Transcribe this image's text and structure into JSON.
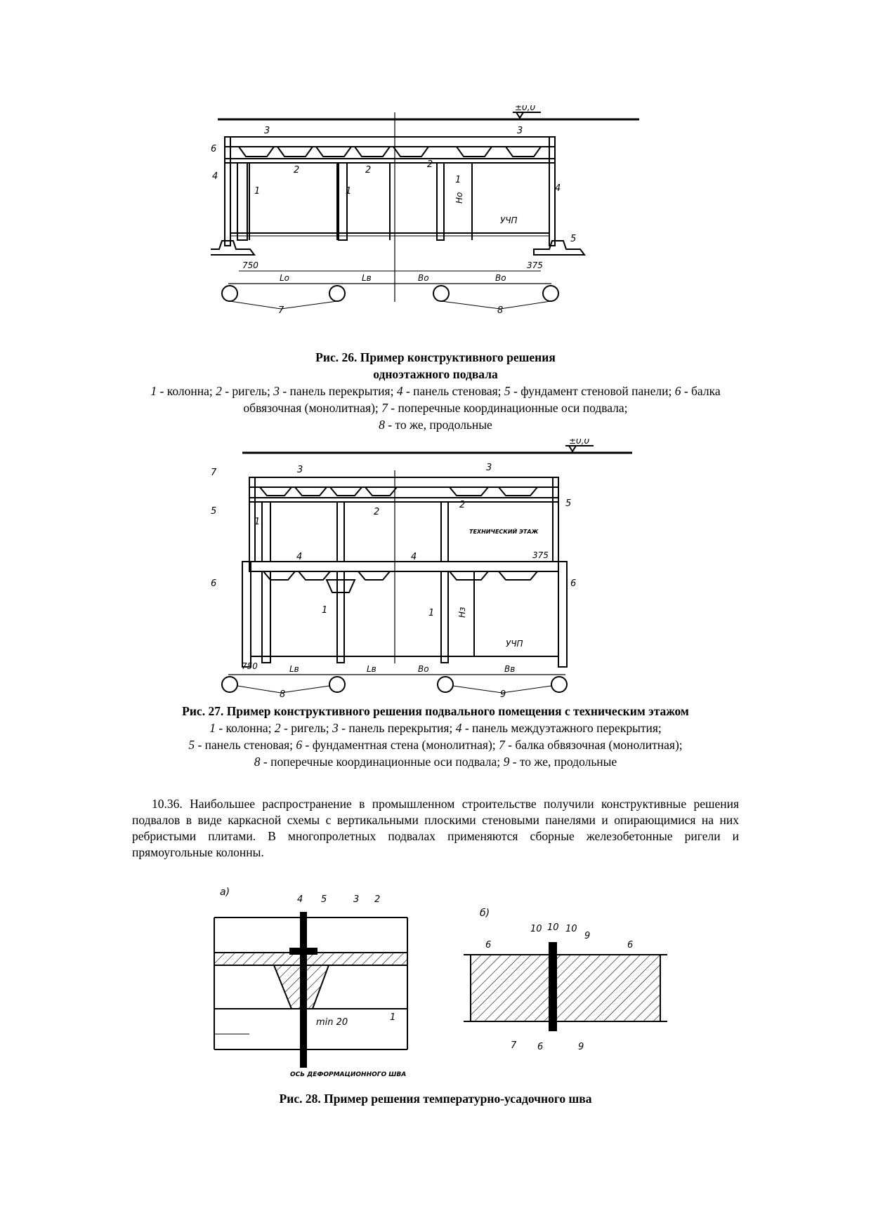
{
  "fig26": {
    "level_top": "±0,0",
    "level_floor": "УЧП",
    "height": "Hо",
    "dim_left": "750",
    "dim_right": "375",
    "span_l1": "Lо",
    "span_l2": "Lв",
    "span_b1": "Bо",
    "span_b2": "Bо",
    "labels": [
      "1",
      "2",
      "3",
      "4",
      "5",
      "6",
      "7",
      "8"
    ],
    "caption_title_1": "Рис. 26. Пример конструктивного решения",
    "caption_title_2": "одноэтажного подвала",
    "legend": [
      {
        "n": "1",
        "t": " - колонна; "
      },
      {
        "n": "2",
        "t": " - ригель; "
      },
      {
        "n": "3",
        "t": " - панель перекрытия; "
      },
      {
        "n": "4",
        "t": " - панель стеновая; "
      },
      {
        "n": "5",
        "t": " - фундамент стеновой панели; "
      },
      {
        "n": "6",
        "t": " - балка обвязочная (монолитная); "
      },
      {
        "n": "7",
        "t": " - поперечные координационные оси подвала;"
      },
      {
        "n": "8",
        "t": " - то же, продольные"
      }
    ]
  },
  "fig27": {
    "level_top": "±0,0",
    "level_floor": "УЧП",
    "tech_floor": "ТЕХНИЧЕСКИЙ ЭТАЖ",
    "height": "Hз",
    "dim_left": "750",
    "dim_right": "375",
    "span_l1": "Lв",
    "span_l2": "Lв",
    "span_b1": "Bо",
    "span_b2": "Bв",
    "caption_title": "Рис. 27. Пример конструктивного решения подвального помещения с техническим этажом",
    "legend": [
      {
        "n": "1",
        "t": " - колонна; "
      },
      {
        "n": "2",
        "t": " - ригель; "
      },
      {
        "n": "3",
        "t": " - панель перекрытия; "
      },
      {
        "n": "4",
        "t": " - панель междуэтажного перекрытия;"
      },
      {
        "n": "5",
        "t": " - панель стеновая; "
      },
      {
        "n": "6",
        "t": " - фундаментная стена (монолитная); "
      },
      {
        "n": "7",
        "t": " - балка обвязочная (монолитная);"
      },
      {
        "n": "8",
        "t": " - поперечные координационные оси подвала; "
      },
      {
        "n": "9",
        "t": " - то же, продольные"
      }
    ]
  },
  "paragraph": "10.36. Наибольшее распространение в промышленном строительстве получили конструктивные решения подвалов в виде каркасной схемы с вертикальными плоскими стеновыми панелями и опирающимися на них ребристыми плитами. В многопролетных подвалах применяются сборные железобетонные ригели и прямоугольные колонны.",
  "fig28": {
    "part_a": "а)",
    "part_b": "б)",
    "min_label": "min 20",
    "axis_label": "ОСЬ ДЕФОРМАЦИОННОГО ШВА",
    "caption_title": "Рис. 28. Пример решения температурно-усадочного шва"
  }
}
